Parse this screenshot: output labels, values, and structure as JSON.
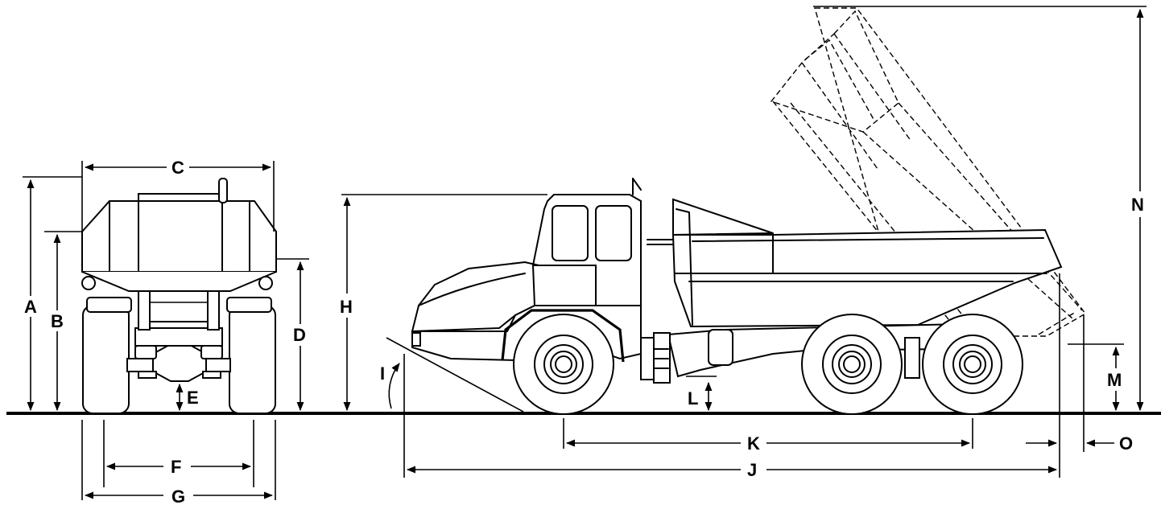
{
  "diagram": {
    "labels": {
      "A": "A",
      "B": "B",
      "C": "C",
      "D": "D",
      "E": "E",
      "F": "F",
      "G": "G",
      "H": "H",
      "I": "I",
      "J": "J",
      "K": "K",
      "L": "L",
      "M": "M",
      "N": "N",
      "O": "O"
    },
    "line_color": "#000000",
    "background": "#ffffff"
  }
}
